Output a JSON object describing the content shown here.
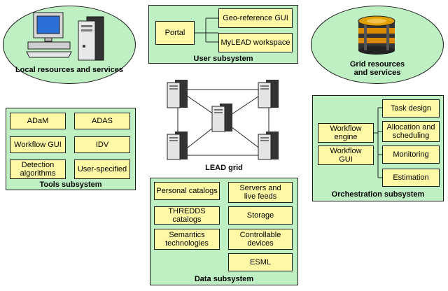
{
  "local": {
    "caption": "Local resources and services"
  },
  "user": {
    "caption": "User subsystem",
    "portal": "Portal",
    "geo_gui": "Geo-reference GUI",
    "mylead": "MyLEAD workspace"
  },
  "grid_resources": {
    "caption": "Grid resources\nand services"
  },
  "tools": {
    "caption": "Tools subsystem",
    "items": [
      "ADaM",
      "ADAS",
      "Workflow GUI",
      "IDV",
      "Detection\nalgorithms",
      "User-specified"
    ]
  },
  "lead_grid": {
    "caption": "LEAD grid"
  },
  "orchestration": {
    "caption": "Orchestration subsystem",
    "engine": "Workflow\nengine",
    "gui": "Workflow\nGUI",
    "items": [
      "Task design",
      "Allocation and\nscheduling",
      "Monitoring",
      "Estimation"
    ]
  },
  "data": {
    "caption": "Data subsystem",
    "items": [
      "Personal catalogs",
      "Servers and\nlive feeds",
      "THREDDS catalogs",
      "Storage",
      "Semantics\ntechnologies",
      "Controllable\ndevices",
      "ESML"
    ]
  }
}
